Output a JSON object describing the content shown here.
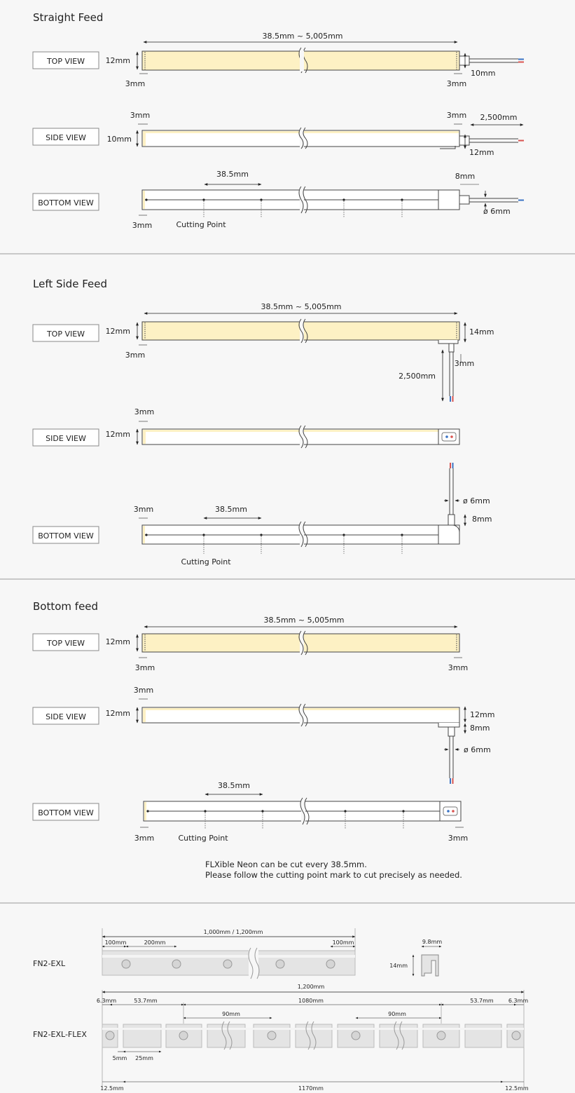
{
  "sections": [
    {
      "title": "Straight Feed",
      "views": {
        "top": {
          "label": "TOP VIEW",
          "length": "38.5mm ~ 5,005mm",
          "width": "12mm",
          "height": "10mm",
          "left_margin": "3mm",
          "right_margin": "3mm"
        },
        "side": {
          "label": "SIDE VIEW",
          "left_margin": "3mm",
          "right_margin": "3mm",
          "height": "10mm",
          "cable": "2,500mm",
          "base": "12mm"
        },
        "bottom": {
          "label": "BOTTOM VIEW",
          "pitch": "38.5mm",
          "end_cap": "8mm",
          "cable_dia": "ø 6mm",
          "left_margin": "3mm",
          "cutting_point": "Cutting Point"
        }
      }
    },
    {
      "title": "Left Side Feed",
      "views": {
        "top": {
          "label": "TOP VIEW",
          "length": "38.5mm ~ 5,005mm",
          "width": "12mm",
          "height": "14mm",
          "left_margin": "3mm",
          "right_margin": "3mm",
          "cable": "2,500mm"
        },
        "side": {
          "label": "SIDE VIEW",
          "left_margin": "3mm",
          "height": "12mm"
        },
        "bottom": {
          "label": "BOTTOM VIEW",
          "left_margin": "3mm",
          "pitch": "38.5mm",
          "cable_dia": "ø 6mm",
          "end_cap": "8mm",
          "cutting_point": "Cutting Point"
        }
      }
    },
    {
      "title": "Bottom feed",
      "views": {
        "top": {
          "label": "TOP VIEW",
          "length": "38.5mm ~ 5,005mm",
          "width": "12mm",
          "left_margin": "3mm",
          "right_margin": "3mm"
        },
        "side": {
          "label": "SIDE VIEW",
          "left_margin": "3mm",
          "height": "12mm",
          "right_height": "12mm",
          "end_cap": "8mm",
          "cable_dia": "ø 6mm"
        },
        "bottom": {
          "label": "BOTTOM VIEW",
          "pitch": "38.5mm",
          "left_margin": "3mm",
          "right_margin": "3mm",
          "cutting_point": "Cutting Point"
        }
      }
    }
  ],
  "note": {
    "line1": "FLXible Neon can be cut every 38.5mm.",
    "line2": "Please follow the cutting point mark to cut precisely as needed."
  },
  "exl": {
    "name": "FN2-EXL",
    "total": "1,000mm / 1,200mm",
    "seg_first": "100mm",
    "seg_pitch": "200mm",
    "seg_last": "100mm",
    "profile_width": "9.8mm",
    "profile_height": "14mm"
  },
  "exl_flex": {
    "name": "FN2-EXL-FLEX",
    "total": "1,200mm",
    "left_edge": "6.3mm",
    "left_first": "53.7mm",
    "middle": "1080mm",
    "right_first": "53.7mm",
    "right_edge": "6.3mm",
    "pitch_left": "90mm",
    "pitch_right": "90mm",
    "gap": "5mm",
    "block": "25mm",
    "bottom_left": "12.5mm",
    "bottom_middle": "1170mm",
    "bottom_right": "12.5mm"
  },
  "colors": {
    "led": "#fdf1c4",
    "outline": "#444444",
    "separator": "#9a9a9a",
    "wire_red": "#d9534f",
    "wire_blue": "#3a73c4",
    "rail": "#e4e4e4"
  }
}
